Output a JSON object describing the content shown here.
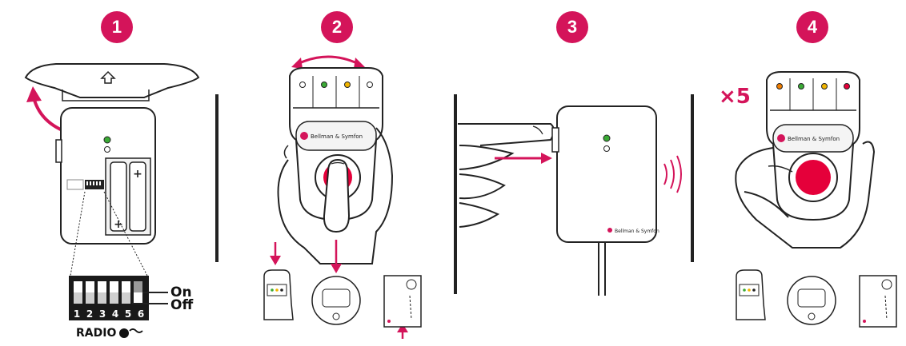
{
  "steps": [
    {
      "number": "1"
    },
    {
      "number": "2"
    },
    {
      "number": "3"
    },
    {
      "number": "4"
    }
  ],
  "dip_switch": {
    "on_label": "On",
    "off_label": "Off",
    "numbers": [
      "1",
      "2",
      "3",
      "4",
      "5",
      "6"
    ],
    "radio_label": "RADIO"
  },
  "brand": "Bellman & Symfon",
  "press_count": "×5",
  "colors": {
    "accent": "#d4145a",
    "line": "#222222",
    "led_green": "#3aaa35",
    "led_yellow": "#f0b400",
    "led_orange": "#f07d00",
    "led_red": "#e5003a"
  },
  "icons": [
    "upload-arrow-icon",
    "rotate-arrow-icon",
    "press-arrow-icon",
    "signal-waves-icon",
    "key-icon",
    "phone-icon"
  ]
}
